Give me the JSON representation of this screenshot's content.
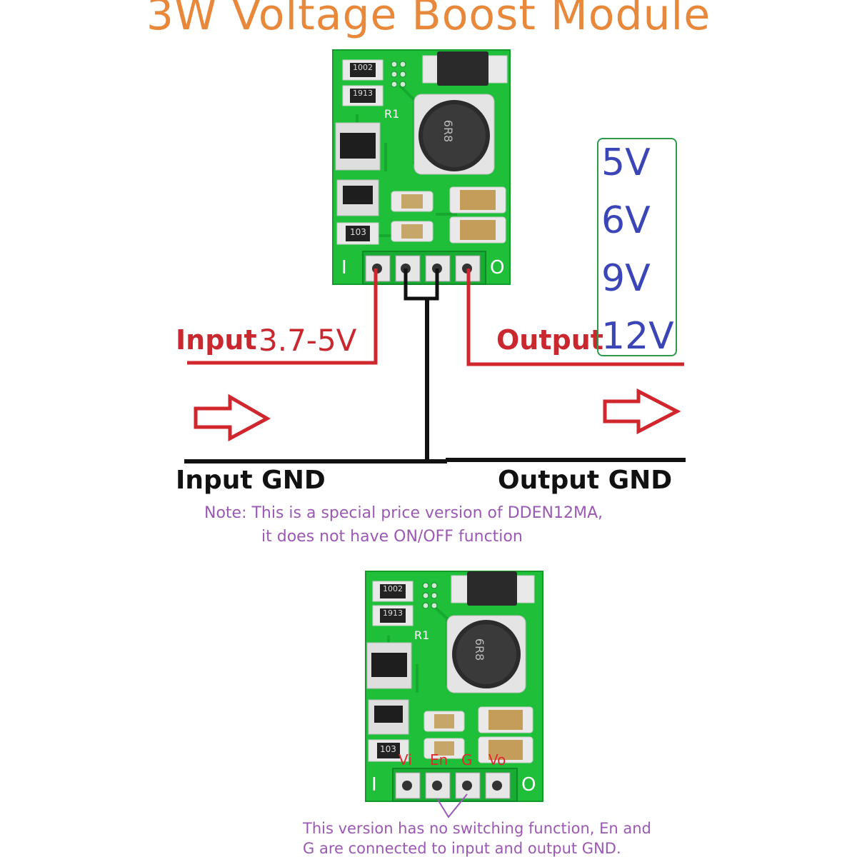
{
  "title": "3W Voltage Boost Module",
  "diagram": {
    "input_label": "Input",
    "input_range": "3.7-5V",
    "output_label": "Output",
    "output_voltages": [
      "5V",
      "6V",
      "9V",
      "12V"
    ],
    "input_gnd": "Input GND",
    "output_gnd": "Output GND"
  },
  "board": {
    "silk_r1": "R1",
    "inductor_marking": "6R8",
    "resistor_1": "1002",
    "resistor_2": "1913",
    "resistor_3": "103",
    "pin_i": "I",
    "pin_o": "O"
  },
  "note_1": {
    "line1": "Note: This is a special price version of DDEN12MA,",
    "line2": "it does not have ON/OFF function"
  },
  "second_board": {
    "pins": [
      "Vi",
      "En",
      "G",
      "Vo"
    ]
  },
  "note_2": {
    "line1": "This version has no switching function, En and",
    "line2": "G are connected to input and output GND."
  },
  "colors": {
    "title": "#e8883a",
    "pcb_green": "#1fbf3a",
    "wire_red": "#d0262e",
    "voltage_blue": "#3b46b6",
    "note_purple": "#9b58b4"
  }
}
